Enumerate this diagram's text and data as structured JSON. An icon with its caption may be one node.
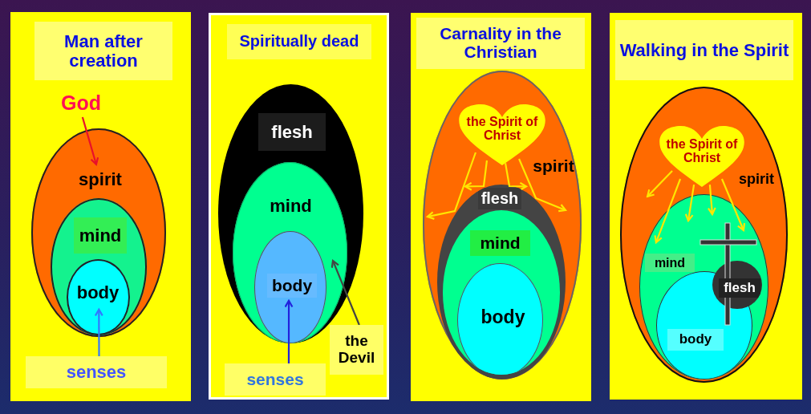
{
  "diagram": {
    "nodes": [
      {
        "text": [
          "Man after creation"
        ]
      },
      {
        "text": [
          "God"
        ],
        "in": 0
      },
      {
        "text": [
          "spirit"
        ],
        "in": 0
      },
      {
        "text": [
          "mind"
        ],
        "in": 2
      },
      {
        "text": [
          "body"
        ],
        "in": 3
      },
      {
        "text": [
          "senses"
        ],
        "in": 0
      },
      {
        "text": [
          "Spiritually dead"
        ]
      },
      {
        "text": [
          "flesh"
        ],
        "in": 6
      },
      {
        "text": [
          "mind"
        ],
        "in": 7
      },
      {
        "text": [
          "body"
        ],
        "in": 8
      },
      {
        "text": [
          "senses"
        ],
        "in": 6
      },
      {
        "text": [
          "the Devil"
        ],
        "in": 6
      },
      {
        "text": [
          "Carnality in the Christian"
        ]
      },
      {
        "text": [
          "spirit"
        ],
        "in": 12
      },
      {
        "text": [
          "the Spirit of Christ"
        ],
        "in": 13
      },
      {
        "text": [
          "flesh"
        ],
        "in": 13
      },
      {
        "text": [
          "mind"
        ],
        "in": 15
      },
      {
        "text": [
          "body"
        ],
        "in": 16
      },
      {
        "text": [
          "Walking in the Spirit"
        ]
      },
      {
        "text": [
          "spirit"
        ],
        "in": 18
      },
      {
        "text": [
          "the Spirit of Christ"
        ],
        "in": 19
      },
      {
        "text": [
          "mind"
        ],
        "in": 19
      },
      {
        "text": [
          "body"
        ],
        "in": 21
      },
      {
        "text": [
          "flesh"
        ],
        "in": 21
      }
    ],
    "edges": [
      {
        "from": 1,
        "to": 2,
        "arrow": "to",
        "color": "#e8102a"
      },
      {
        "from": 5,
        "to": 4,
        "arrow": "to",
        "color": "#3377ff"
      },
      {
        "from": 10,
        "to": 9,
        "arrow": "to",
        "color": "#2222dd"
      },
      {
        "from": 11,
        "to": 8,
        "arrow": "to",
        "color": "#444444"
      },
      {
        "from": 14,
        "to": 13,
        "arrow": "to"
      },
      {
        "from": 14,
        "to": 15,
        "arrow": "to"
      },
      {
        "from": 14,
        "to": 15,
        "arrow": "to"
      },
      {
        "from": 14,
        "to": 13,
        "arrow": "to"
      },
      {
        "from": 20,
        "to": 19,
        "arrow": "to"
      },
      {
        "from": 20,
        "to": 21,
        "arrow": "to"
      },
      {
        "from": 20,
        "to": 21,
        "arrow": "to"
      },
      {
        "from": 20,
        "to": 21,
        "arrow": "to"
      },
      {
        "from": 20,
        "to": 21,
        "arrow": "to"
      }
    ]
  }
}
